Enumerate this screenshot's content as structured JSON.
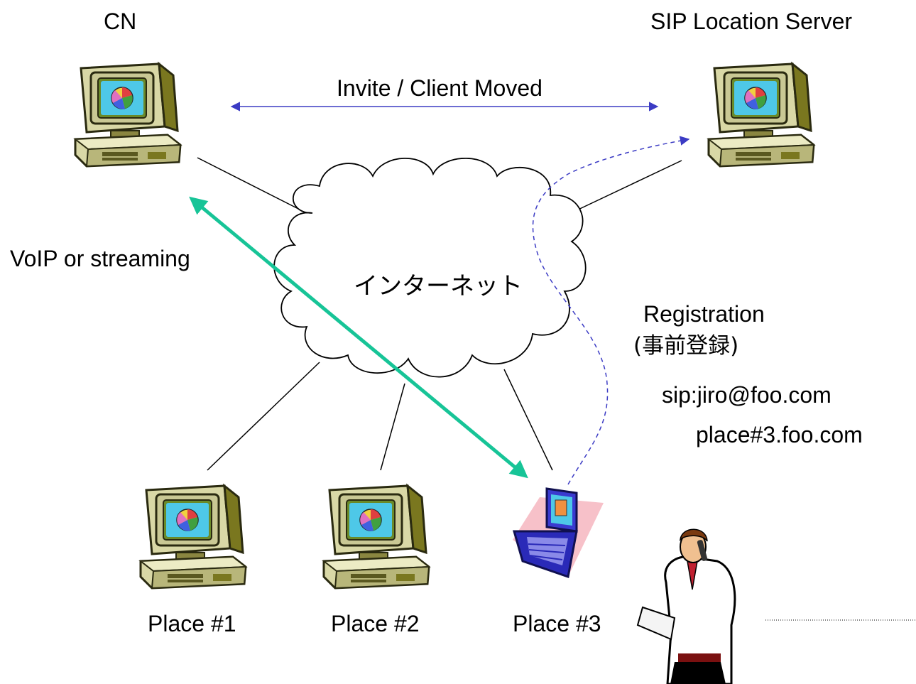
{
  "labels": {
    "cn": "CN",
    "sip_server": "SIP Location Server",
    "invite": "Invite / Client Moved",
    "voip": "VoIP or streaming",
    "internet": "インターネット",
    "registration": "Registration",
    "registration_jp": "(事前登録)",
    "sip_uri": "sip:jiro@foo.com",
    "sip_host": "place#3.foo.com",
    "place1": "Place #1",
    "place2": "Place #2",
    "place3": "Place #3"
  },
  "icons": {
    "cn_computer": "desktop-computer-icon",
    "server_computer": "desktop-computer-icon",
    "place1_computer": "desktop-computer-icon",
    "place2_computer": "desktop-computer-icon",
    "place3_laptop": "laptop-icon",
    "person": "businessman-on-phone-icon",
    "cloud": "internet-cloud"
  },
  "colors": {
    "invite_arrow": "#3b3bc4",
    "voip_arrow": "#17c497",
    "registration_arrow": "#3b3bc4",
    "computer_body": "#d8d8a8",
    "computer_dark": "#6d6a1e",
    "laptop_body": "#3a3ad0",
    "laptop_glow": "#f7c1c9"
  }
}
